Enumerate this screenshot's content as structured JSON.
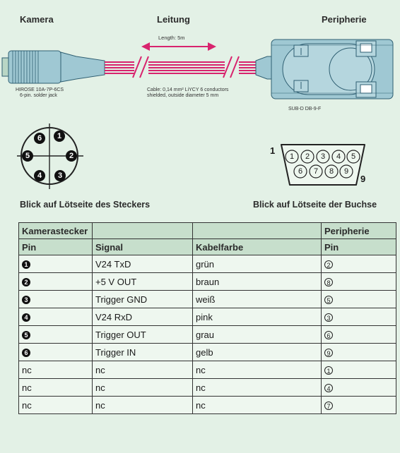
{
  "headers": {
    "camera": "Kamera",
    "cable": "Leitung",
    "periph": "Peripherie"
  },
  "diagram": {
    "length": "Length:  5m",
    "plug_line1": "HIROSE 10A-7P-6CS",
    "plug_line2": "6-pin. solder jack",
    "cable_line1": "Cable: 0,14 mm² LiYCY 6 conductors",
    "cable_line2": "shielded, outside diameter 5 mm",
    "subd": "SUB-D DB-9-F",
    "cable_color": "#d8246e"
  },
  "plug_view": {
    "pins": [
      "6",
      "1",
      "5",
      "2",
      "4",
      "3"
    ],
    "caption": "Blick auf Lötseite des Steckers"
  },
  "socket_view": {
    "top_pins": [
      "1",
      "2",
      "3",
      "4",
      "5"
    ],
    "bottom_pins": [
      "6",
      "7",
      "8",
      "9"
    ],
    "label_first": "1",
    "label_last": "9",
    "caption": "Blick auf Lötseite der Buchse"
  },
  "table": {
    "group_left": "Kamerastecker",
    "group_right": "Peripherie",
    "columns": [
      "Pin",
      "Signal",
      "Kabelfarbe",
      "Pin"
    ],
    "rows": [
      {
        "cam": "1",
        "signal": "V24 TxD",
        "color": "grün",
        "per": "2"
      },
      {
        "cam": "2",
        "signal": "+5 V OUT",
        "color": "braun",
        "per": "8"
      },
      {
        "cam": "3",
        "signal": "Trigger GND",
        "color": "weiß",
        "per": "5"
      },
      {
        "cam": "4",
        "signal": "V24 RxD",
        "color": "pink",
        "per": "3"
      },
      {
        "cam": "5",
        "signal": "Trigger OUT",
        "color": "grau",
        "per": "6"
      },
      {
        "cam": "6",
        "signal": "Trigger IN",
        "color": "gelb",
        "per": "9"
      },
      {
        "cam": "nc",
        "signal": "nc",
        "color": "nc",
        "per": "1"
      },
      {
        "cam": "nc",
        "signal": "nc",
        "color": "nc",
        "per": "4"
      },
      {
        "cam": "nc",
        "signal": "nc",
        "color": "nc",
        "per": "7"
      }
    ]
  }
}
